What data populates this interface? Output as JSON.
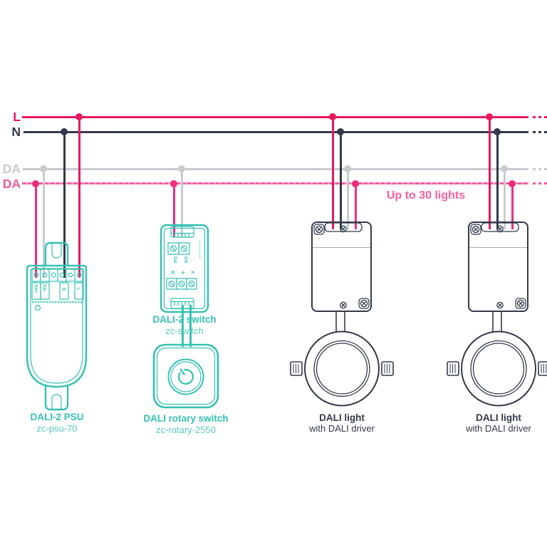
{
  "bus": {
    "l": "L",
    "n": "N",
    "da_top": "DA",
    "da_bottom": "DA",
    "note": "Up to 30 lights"
  },
  "psu": {
    "title": "DALI-2 PSU",
    "model": "zc-psu-70",
    "terminals": {
      "da_plus": "DA+",
      "da_minus": "DA-",
      "n": "N",
      "l": "L"
    }
  },
  "dali_switch": {
    "title": "DALI-2 switch",
    "model": "zc-switch",
    "side_text": "zencontrol",
    "top_terminals": {
      "t1": "DA",
      "t2": "DA"
    },
    "bottom_terminals": {
      "b": "B",
      "mid": "✛",
      "a": "A"
    }
  },
  "rotary": {
    "title": "DALI rotary switch",
    "model": "zc-rotary-2550"
  },
  "light_1": {
    "title": "DALI light",
    "subtitle": "with DALI driver"
  },
  "light_2": {
    "title": "DALI light",
    "subtitle": "with DALI driver"
  },
  "colors": {
    "live": "#e9185e",
    "neutral": "#333a49",
    "da_gray": "#c7ccd1",
    "da_pink": "#f25c9e",
    "wire_pink": "#ee2e7d",
    "teal": "#35c1b2",
    "teal_light": "#56cabd",
    "note_pink": "#f8609f"
  }
}
